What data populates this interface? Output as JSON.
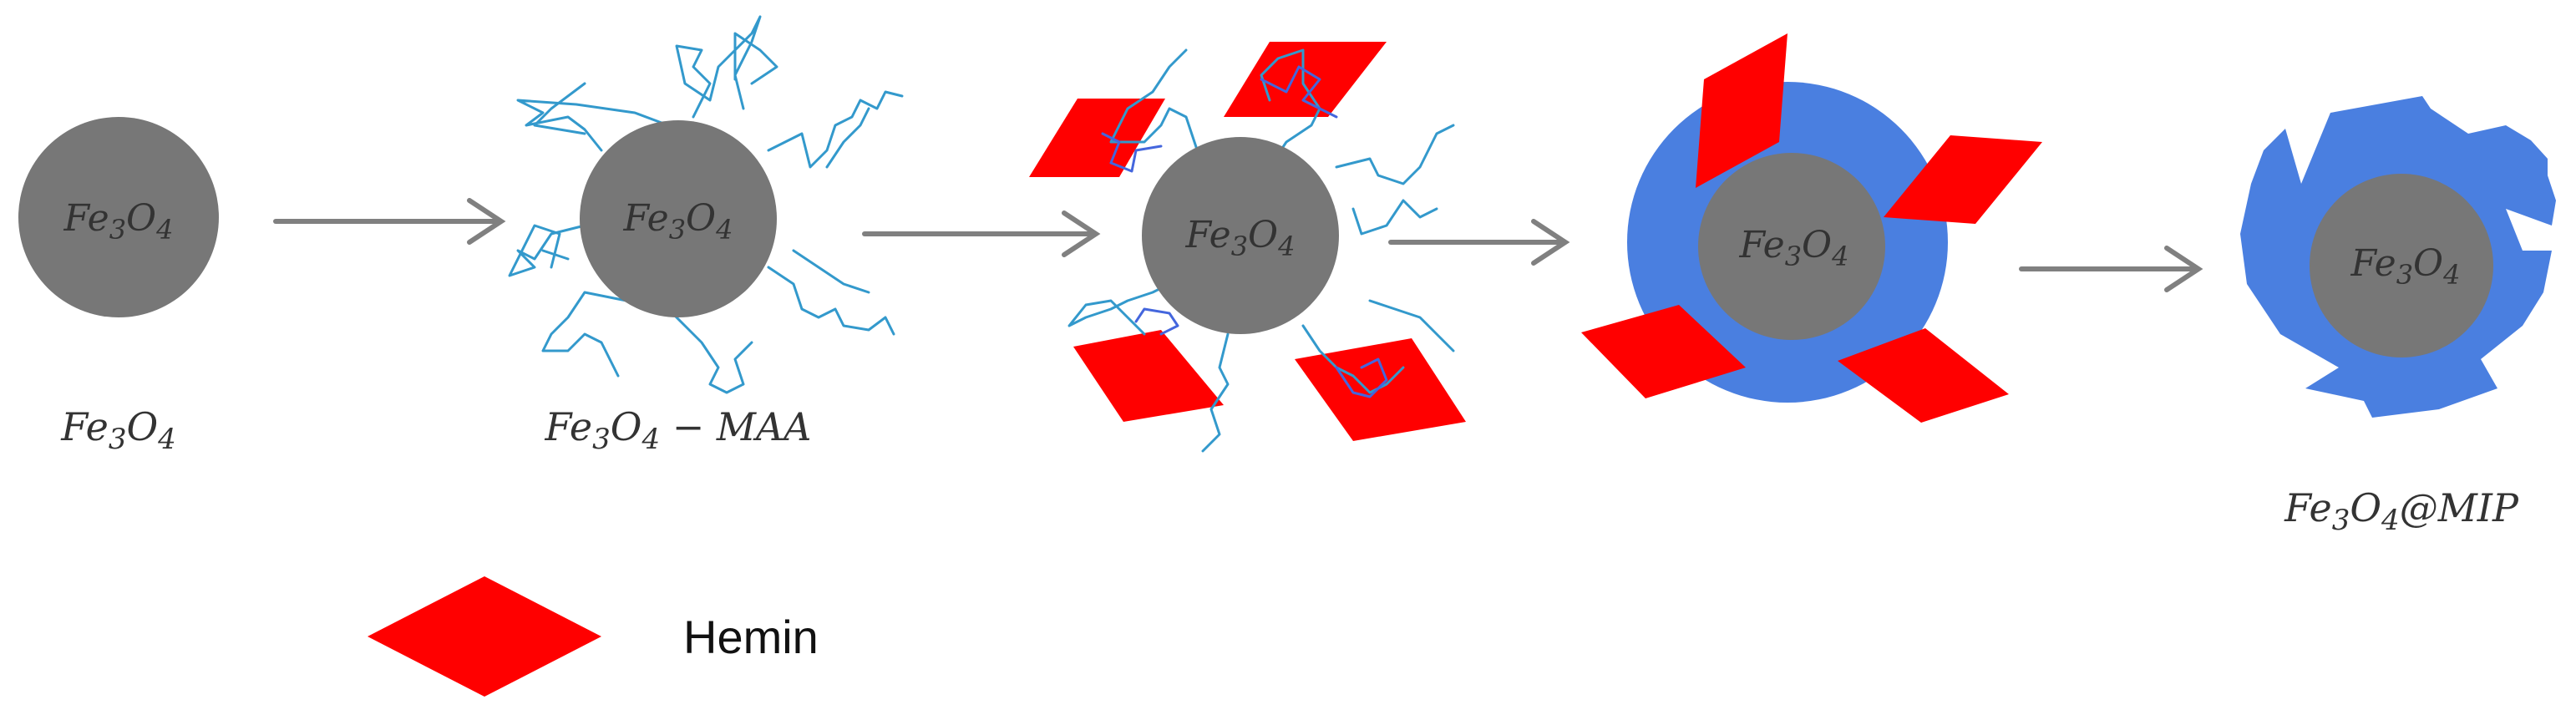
{
  "diagram": {
    "core_labels": {
      "base": "Fe",
      "sub1": "3",
      "mid": "O",
      "sub2": "4"
    },
    "captions": {
      "step1": {
        "base": "Fe",
        "sub1": "3",
        "mid": "O",
        "sub2": "4",
        "suffix": ""
      },
      "step2": {
        "base": "Fe",
        "sub1": "3",
        "mid": "O",
        "sub2": "4",
        "suffix": " − MAA"
      },
      "step5": {
        "base": "Fe",
        "sub1": "3",
        "mid": "O",
        "sub2": "4",
        "suffix": "@MIP"
      }
    },
    "legend": {
      "label": "Hemin"
    }
  },
  "colors": {
    "core": "#777777",
    "polymer": "#4A7FE0",
    "hemin": "#FF0000",
    "chain": "#3399CC",
    "chain_alt": "#4466DD",
    "arrow": "#808080"
  }
}
